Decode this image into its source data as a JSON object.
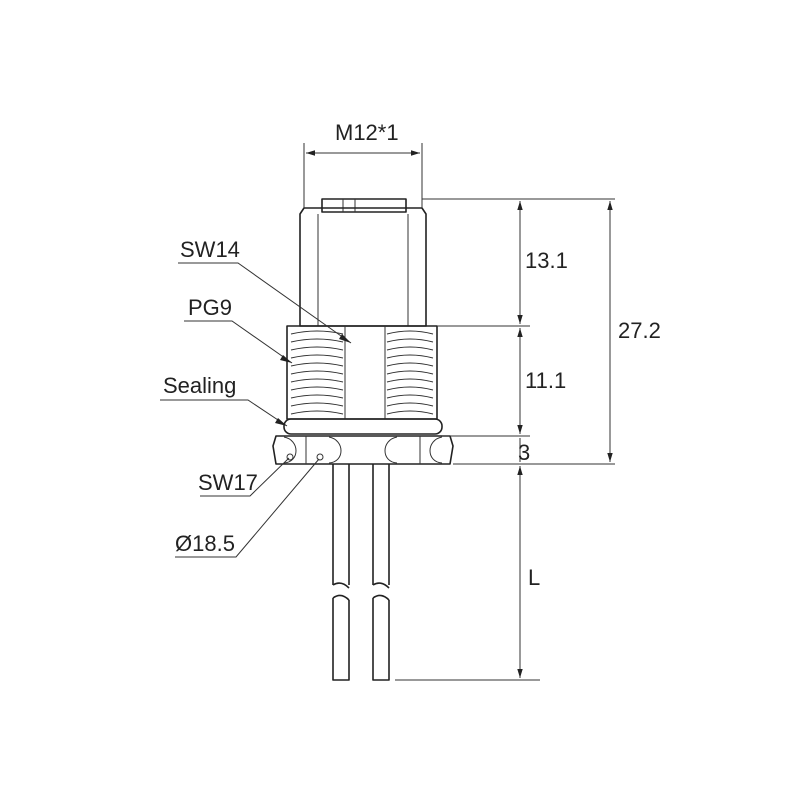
{
  "dimensions": {
    "thread_top": "M12*1",
    "height_upper": "13.1",
    "height_thread": "11.1",
    "height_total": "27.2",
    "nut_height": "3",
    "lead_length": "L"
  },
  "callouts": {
    "sw14": "SW14",
    "pg9": "PG9",
    "sealing": "Sealing",
    "sw17": "SW17",
    "diameter": "Ø18.5"
  }
}
